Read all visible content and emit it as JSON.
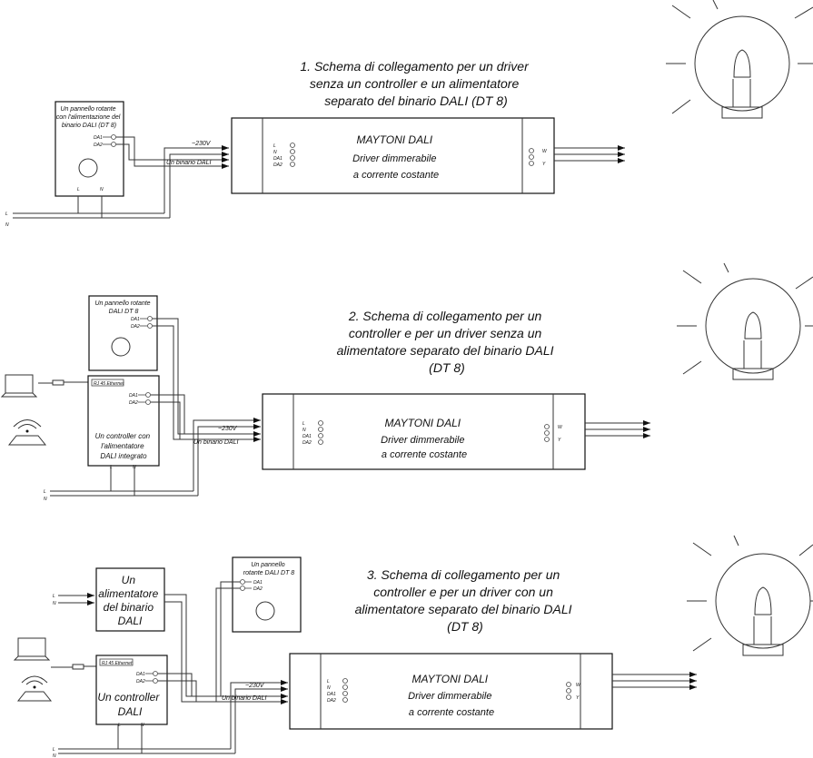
{
  "sections": [
    {
      "title_lines": [
        "1. Schema di collegamento per un driver",
        "senza un controller e un alimentatore",
        "separato del binario DALI (DT 8)"
      ],
      "panel_lines": [
        "Un pannello rotante",
        "con l'alimentazione del",
        "binario DALI (DT 8)"
      ],
      "panel_terminals": [
        "DA1",
        "DA2"
      ],
      "panel_bottom": [
        "L",
        "N"
      ],
      "label_230": "~230V",
      "label_bus": "Un binario DALI",
      "mains": [
        "L",
        "N"
      ],
      "driver_lines": [
        "MAYTONI DALI",
        "Driver dimmerabile",
        "a corrente costante"
      ],
      "driver_inputs": [
        "L",
        "N",
        "DA1",
        "DA2"
      ],
      "driver_outputs": [
        "W",
        "",
        "Y"
      ]
    },
    {
      "title_lines": [
        "2. Schema di collegamento per un",
        "controller e per un driver senza un",
        "alimentatore separato del binario DALI",
        "(DT 8)"
      ],
      "panel_lines": [
        "Un pannello rotante",
        "DALI DT 8"
      ],
      "panel_terminals": [
        "DA1",
        "DA2"
      ],
      "controller_port": "RJ 45 Ethernet",
      "controller_lines": [
        "Un controller con",
        "l'alimentatore",
        "DALI integrato"
      ],
      "controller_terminals": [
        "DA1",
        "DA2"
      ],
      "controller_bottom": [
        "L",
        "N"
      ],
      "label_230": "~230V",
      "label_bus": "Un binario DALI",
      "mains": [
        "L",
        "N"
      ],
      "driver_lines": [
        "MAYTONI DALI",
        "Driver dimmerabile",
        "a corrente costante"
      ],
      "driver_inputs": [
        "L",
        "N",
        "DA1",
        "DA2"
      ],
      "driver_outputs": [
        "W",
        "",
        "Y"
      ]
    },
    {
      "title_lines": [
        "3. Schema di collegamento per un",
        "controller e per un driver con un",
        "alimentatore separato del binario DALI",
        "(DT 8)"
      ],
      "psu_lines": [
        "Un",
        "alimentatore",
        "del binario",
        "DALI"
      ],
      "psu_inputs": [
        "L",
        "N"
      ],
      "panel_lines": [
        "Un pannello",
        "rotante DALI DT 8"
      ],
      "panel_terminals": [
        "DA1",
        "DA2"
      ],
      "controller_port": "RJ 45 Ethernet",
      "controller_lines": [
        "Un controller",
        "DALI"
      ],
      "controller_terminals": [
        "DA1",
        "DA2"
      ],
      "controller_bottom": [
        "L",
        "N"
      ],
      "label_230": "~230V",
      "label_bus": "Un binario DALI",
      "mains": [
        "L",
        "N"
      ],
      "driver_lines": [
        "MAYTONI DALI",
        "Driver dimmerabile",
        "a corrente costante"
      ],
      "driver_inputs": [
        "L",
        "N",
        "DA1",
        "DA2"
      ],
      "driver_outputs": [
        "W",
        "",
        "Y"
      ]
    }
  ]
}
